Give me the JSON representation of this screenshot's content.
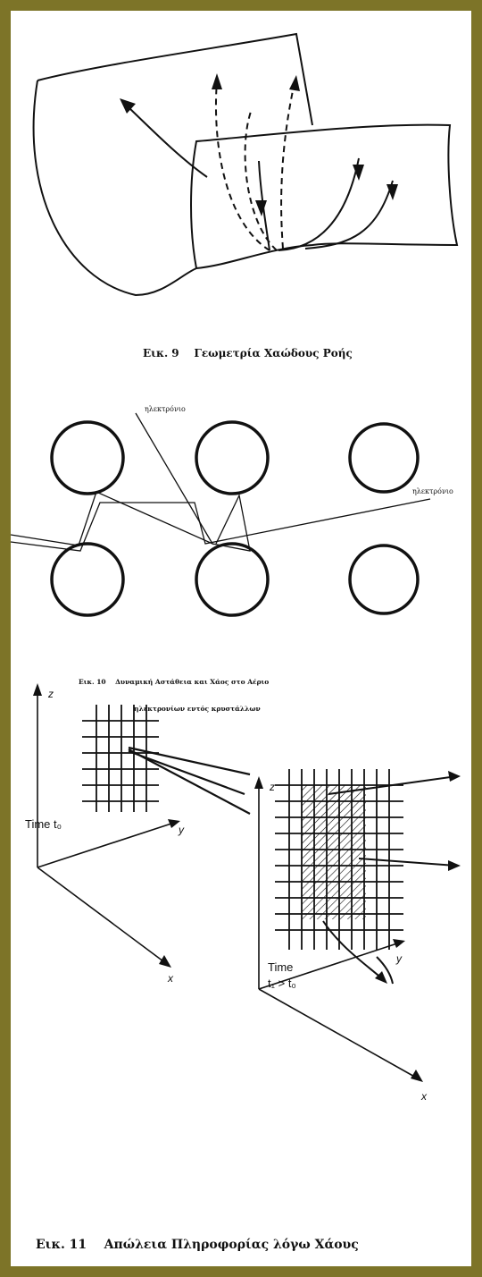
{
  "figure9": {
    "caption": "Εικ. 9    Γεωμετρία Χαώδους Ροής"
  },
  "figure10": {
    "label_top": "ηλεκτρόνιο",
    "label_right": "ηλεκτρόνιο",
    "caption_line1": "Εικ. 10    Δυναμική Αστάθεια και Χάος στο Αέριο",
    "caption_line2": "ηλεκτρονίων εντός κρυστάλλων"
  },
  "figure11": {
    "axis_z1": "z",
    "axis_y1": "y",
    "axis_x1": "x",
    "time_label_1": "Time t₀",
    "axis_z2": "z",
    "axis_y2": "y",
    "axis_x2": "x",
    "time_label_2a": "Time",
    "time_label_2b": "t₁ > t₀",
    "caption": "Εικ. 11    Απώλεια Πληροφορίας λόγω Χάους"
  },
  "colors": {
    "frame": "#7d7428",
    "panel": "#ffffff",
    "ink": "#111111"
  }
}
